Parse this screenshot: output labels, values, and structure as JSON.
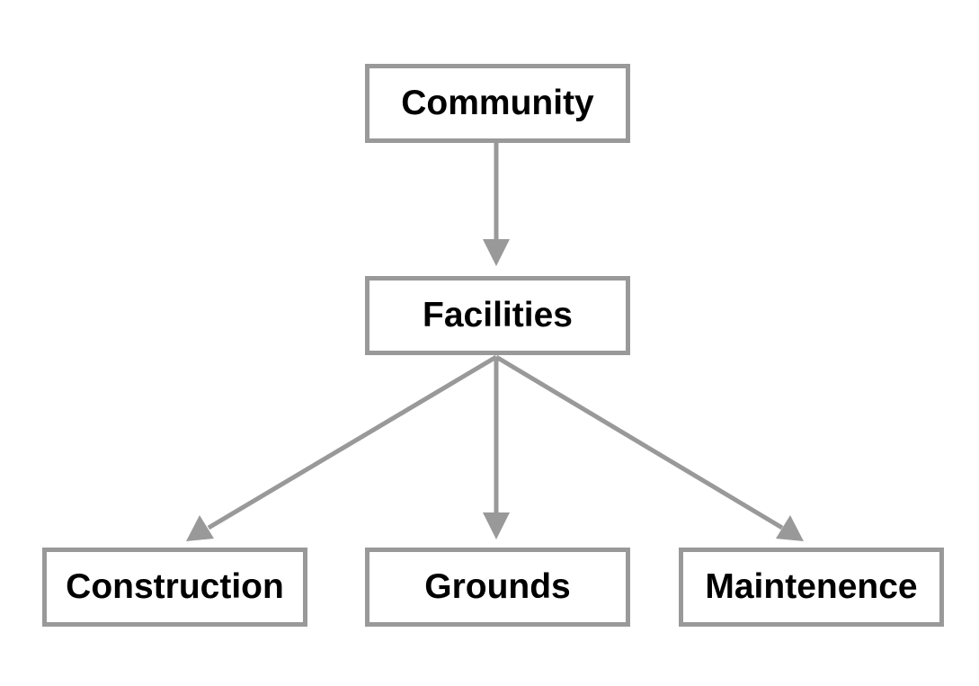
{
  "nodes": {
    "community": "Community",
    "facilities": "Facilities",
    "construction": "Construction",
    "grounds": "Grounds",
    "maintenence": "Maintenence"
  },
  "edges": [
    {
      "from": "Community",
      "to": "Facilities"
    },
    {
      "from": "Facilities",
      "to": "Construction"
    },
    {
      "from": "Facilities",
      "to": "Grounds"
    },
    {
      "from": "Facilities",
      "to": "Maintenence"
    }
  ],
  "colors": {
    "line": "#999999",
    "text": "#000000"
  }
}
